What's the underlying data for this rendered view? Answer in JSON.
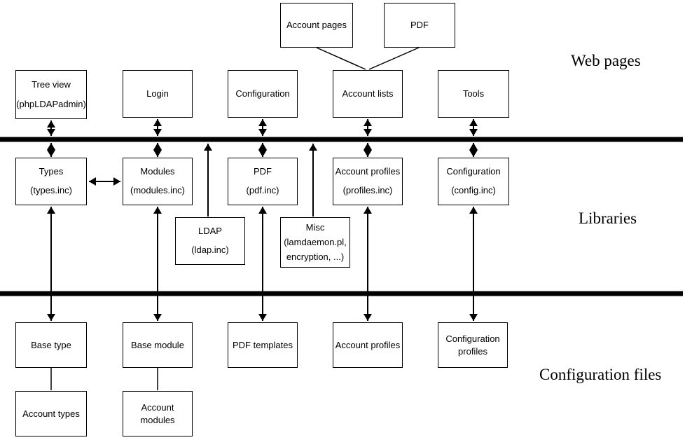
{
  "colors": {
    "background": "#ffffff",
    "line": "#000000",
    "text": "#000000"
  },
  "section_labels": {
    "web_pages": "Web pages",
    "libraries": "Libraries",
    "configuration_files": "Configuration files"
  },
  "boxes": {
    "account_pages": {
      "lines": [
        "Account pages"
      ]
    },
    "pdf_page": {
      "lines": [
        "PDF"
      ]
    },
    "tree_view": {
      "lines": [
        "Tree view",
        "(phpLDAPadmin)"
      ]
    },
    "login": {
      "lines": [
        "Login"
      ]
    },
    "configuration_page": {
      "lines": [
        "Configuration"
      ]
    },
    "account_lists": {
      "lines": [
        "Account lists"
      ]
    },
    "tools": {
      "lines": [
        "Tools"
      ]
    },
    "types": {
      "lines": [
        "Types",
        "(types.inc)"
      ]
    },
    "modules": {
      "lines": [
        "Modules",
        "(modules.inc)"
      ]
    },
    "pdf_lib": {
      "lines": [
        "PDF",
        "(pdf.inc)"
      ]
    },
    "account_profiles_lib": {
      "lines": [
        "Account profiles",
        "(profiles.inc)"
      ]
    },
    "configuration_lib": {
      "lines": [
        "Configuration",
        "(config.inc)"
      ]
    },
    "ldap": {
      "lines": [
        "LDAP",
        "(ldap.inc)"
      ]
    },
    "misc": {
      "lines": [
        "Misc",
        "(lamdaemon.pl,",
        "encryption, ...)"
      ]
    },
    "base_type": {
      "lines": [
        "Base type"
      ]
    },
    "base_module": {
      "lines": [
        "Base module"
      ]
    },
    "pdf_templates": {
      "lines": [
        "PDF templates"
      ]
    },
    "account_profiles_file": {
      "lines": [
        "Account profiles"
      ]
    },
    "configuration_profiles": {
      "lines": [
        "Configuration",
        "profiles"
      ]
    },
    "account_types": {
      "lines": [
        "Account types"
      ]
    },
    "account_modules": {
      "lines": [
        "Account modules"
      ]
    }
  }
}
